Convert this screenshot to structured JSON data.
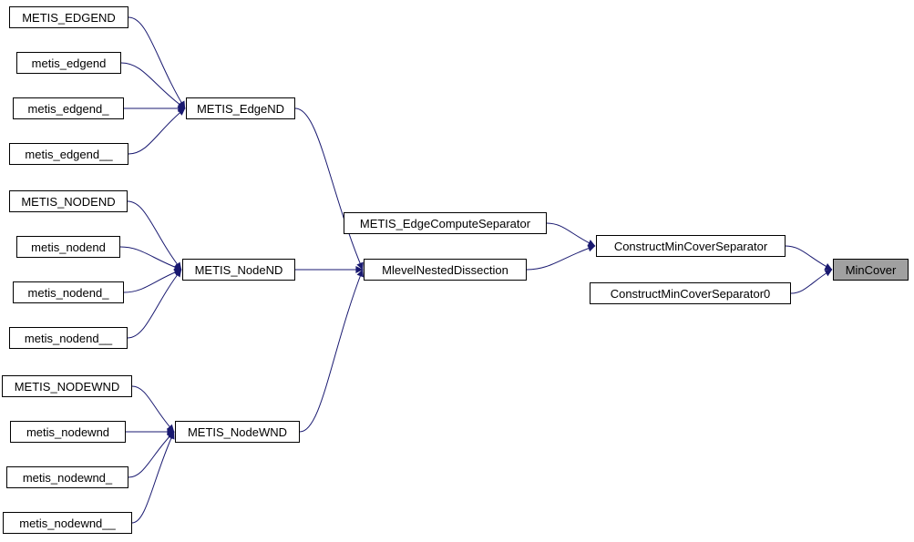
{
  "graph": {
    "type": "call-graph",
    "highlighted_node": "MinCover",
    "colors": {
      "edge": "#191970",
      "node_border": "#000000",
      "node_bg": "#ffffff",
      "highlight_bg": "#a0a0a0"
    },
    "nodes": [
      {
        "id": "METIS_EDGEND",
        "label": "METIS_EDGEND"
      },
      {
        "id": "metis_edgend",
        "label": "metis_edgend"
      },
      {
        "id": "metis_edgend_",
        "label": "metis_edgend_"
      },
      {
        "id": "metis_edgend__",
        "label": "metis_edgend__"
      },
      {
        "id": "METIS_NODEND",
        "label": "METIS_NODEND"
      },
      {
        "id": "metis_nodend",
        "label": "metis_nodend"
      },
      {
        "id": "metis_nodend_",
        "label": "metis_nodend_"
      },
      {
        "id": "metis_nodend__",
        "label": "metis_nodend__"
      },
      {
        "id": "METIS_NODEWND",
        "label": "METIS_NODEWND"
      },
      {
        "id": "metis_nodewnd",
        "label": "metis_nodewnd"
      },
      {
        "id": "metis_nodewnd_",
        "label": "metis_nodewnd_"
      },
      {
        "id": "metis_nodewnd__",
        "label": "metis_nodewnd__"
      },
      {
        "id": "METIS_EdgeND",
        "label": "METIS_EdgeND"
      },
      {
        "id": "METIS_NodeND",
        "label": "METIS_NodeND"
      },
      {
        "id": "METIS_NodeWND",
        "label": "METIS_NodeWND"
      },
      {
        "id": "METIS_EdgeComputeSeparator",
        "label": "METIS_EdgeComputeSeparator"
      },
      {
        "id": "MlevelNestedDissection",
        "label": "MlevelNestedDissection"
      },
      {
        "id": "ConstructMinCoverSeparator",
        "label": "ConstructMinCoverSeparator"
      },
      {
        "id": "ConstructMinCoverSeparator0",
        "label": "ConstructMinCoverSeparator0"
      },
      {
        "id": "MinCover",
        "label": "MinCover"
      }
    ],
    "edges": [
      {
        "from": "METIS_EDGEND",
        "to": "METIS_EdgeND"
      },
      {
        "from": "metis_edgend",
        "to": "METIS_EdgeND"
      },
      {
        "from": "metis_edgend_",
        "to": "METIS_EdgeND"
      },
      {
        "from": "metis_edgend__",
        "to": "METIS_EdgeND"
      },
      {
        "from": "METIS_EdgeND",
        "to": "MlevelNestedDissection"
      },
      {
        "from": "METIS_NODEND",
        "to": "METIS_NodeND"
      },
      {
        "from": "metis_nodend",
        "to": "METIS_NodeND"
      },
      {
        "from": "metis_nodend_",
        "to": "METIS_NodeND"
      },
      {
        "from": "metis_nodend__",
        "to": "METIS_NodeND"
      },
      {
        "from": "METIS_NodeND",
        "to": "MlevelNestedDissection"
      },
      {
        "from": "METIS_NODEWND",
        "to": "METIS_NodeWND"
      },
      {
        "from": "metis_nodewnd",
        "to": "METIS_NodeWND"
      },
      {
        "from": "metis_nodewnd_",
        "to": "METIS_NodeWND"
      },
      {
        "from": "metis_nodewnd__",
        "to": "METIS_NodeWND"
      },
      {
        "from": "METIS_NodeWND",
        "to": "MlevelNestedDissection"
      },
      {
        "from": "METIS_EdgeComputeSeparator",
        "to": "ConstructMinCoverSeparator"
      },
      {
        "from": "MlevelNestedDissection",
        "to": "ConstructMinCoverSeparator"
      },
      {
        "from": "ConstructMinCoverSeparator",
        "to": "MinCover"
      },
      {
        "from": "ConstructMinCoverSeparator0",
        "to": "MinCover"
      }
    ]
  }
}
